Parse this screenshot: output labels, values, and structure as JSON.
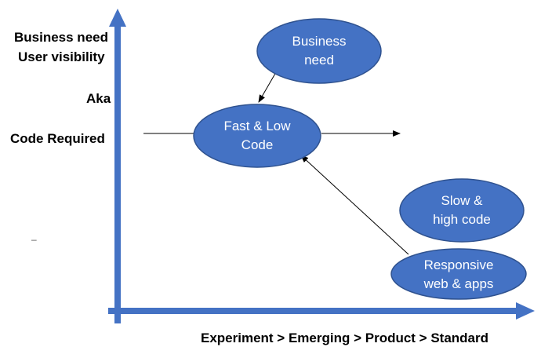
{
  "colors": {
    "axis": "#4472C4",
    "node_fill": "#4472C4",
    "node_stroke": "#2F528F",
    "node_text": "#ffffff",
    "connector": "#000000"
  },
  "y_axis": {
    "labels": {
      "business_need": "Business need",
      "user_visibility": "User visibility",
      "aka": "Aka",
      "code_required": "Code Required"
    }
  },
  "x_axis": {
    "label": "Experiment > Emerging > Product > Standard"
  },
  "nodes": {
    "business_need": {
      "line1": "Business",
      "line2": "need"
    },
    "fast_low_code": {
      "line1": "Fast & Low",
      "line2": "Code"
    },
    "slow_high_code": {
      "line1": "Slow &",
      "line2": "high code"
    },
    "responsive": {
      "line1": "Responsive",
      "line2": "web & apps"
    }
  },
  "stray_mark": "–"
}
